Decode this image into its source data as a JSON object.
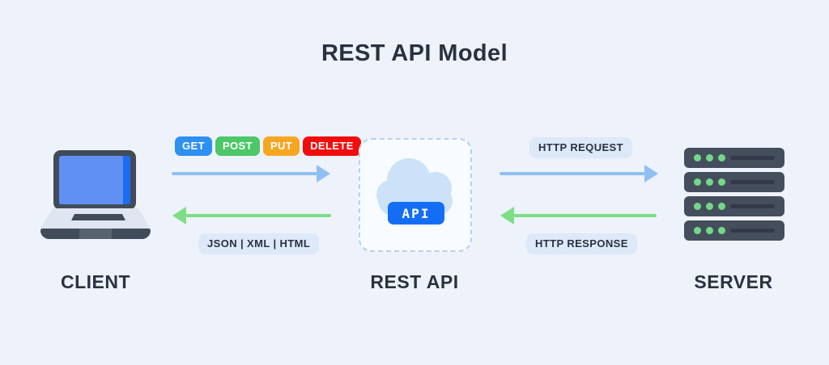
{
  "title": "REST API Model",
  "colors": {
    "background": "#eef2fb",
    "heading_text": "#2b3140",
    "arrow_request_blue": "#90c0f3",
    "arrow_response_green": "#7edd85",
    "label_pill_bg": "#dde9f8",
    "api_badge_bg": "#146ef5",
    "cloud_blue": "#cbe2f8",
    "device_dark": "#414b5a",
    "laptop_screen_blue": "#6090f2",
    "server_led_green": "#73d888"
  },
  "nodes": {
    "client": {
      "label": "CLIENT"
    },
    "rest_api": {
      "label": "REST API",
      "badge": "API"
    },
    "server": {
      "label": "SERVER"
    }
  },
  "flows": {
    "client_to_api": {
      "methods": [
        {
          "label": "GET",
          "color": "#2e90f0"
        },
        {
          "label": "POST",
          "color": "#4dc768"
        },
        {
          "label": "PUT",
          "color": "#f7a623"
        },
        {
          "label": "DELETE",
          "color": "#f20d0d"
        }
      ],
      "response_formats": "JSON | XML | HTML"
    },
    "api_to_server": {
      "request_label": "HTTP REQUEST",
      "response_label": "HTTP RESPONSE"
    }
  }
}
